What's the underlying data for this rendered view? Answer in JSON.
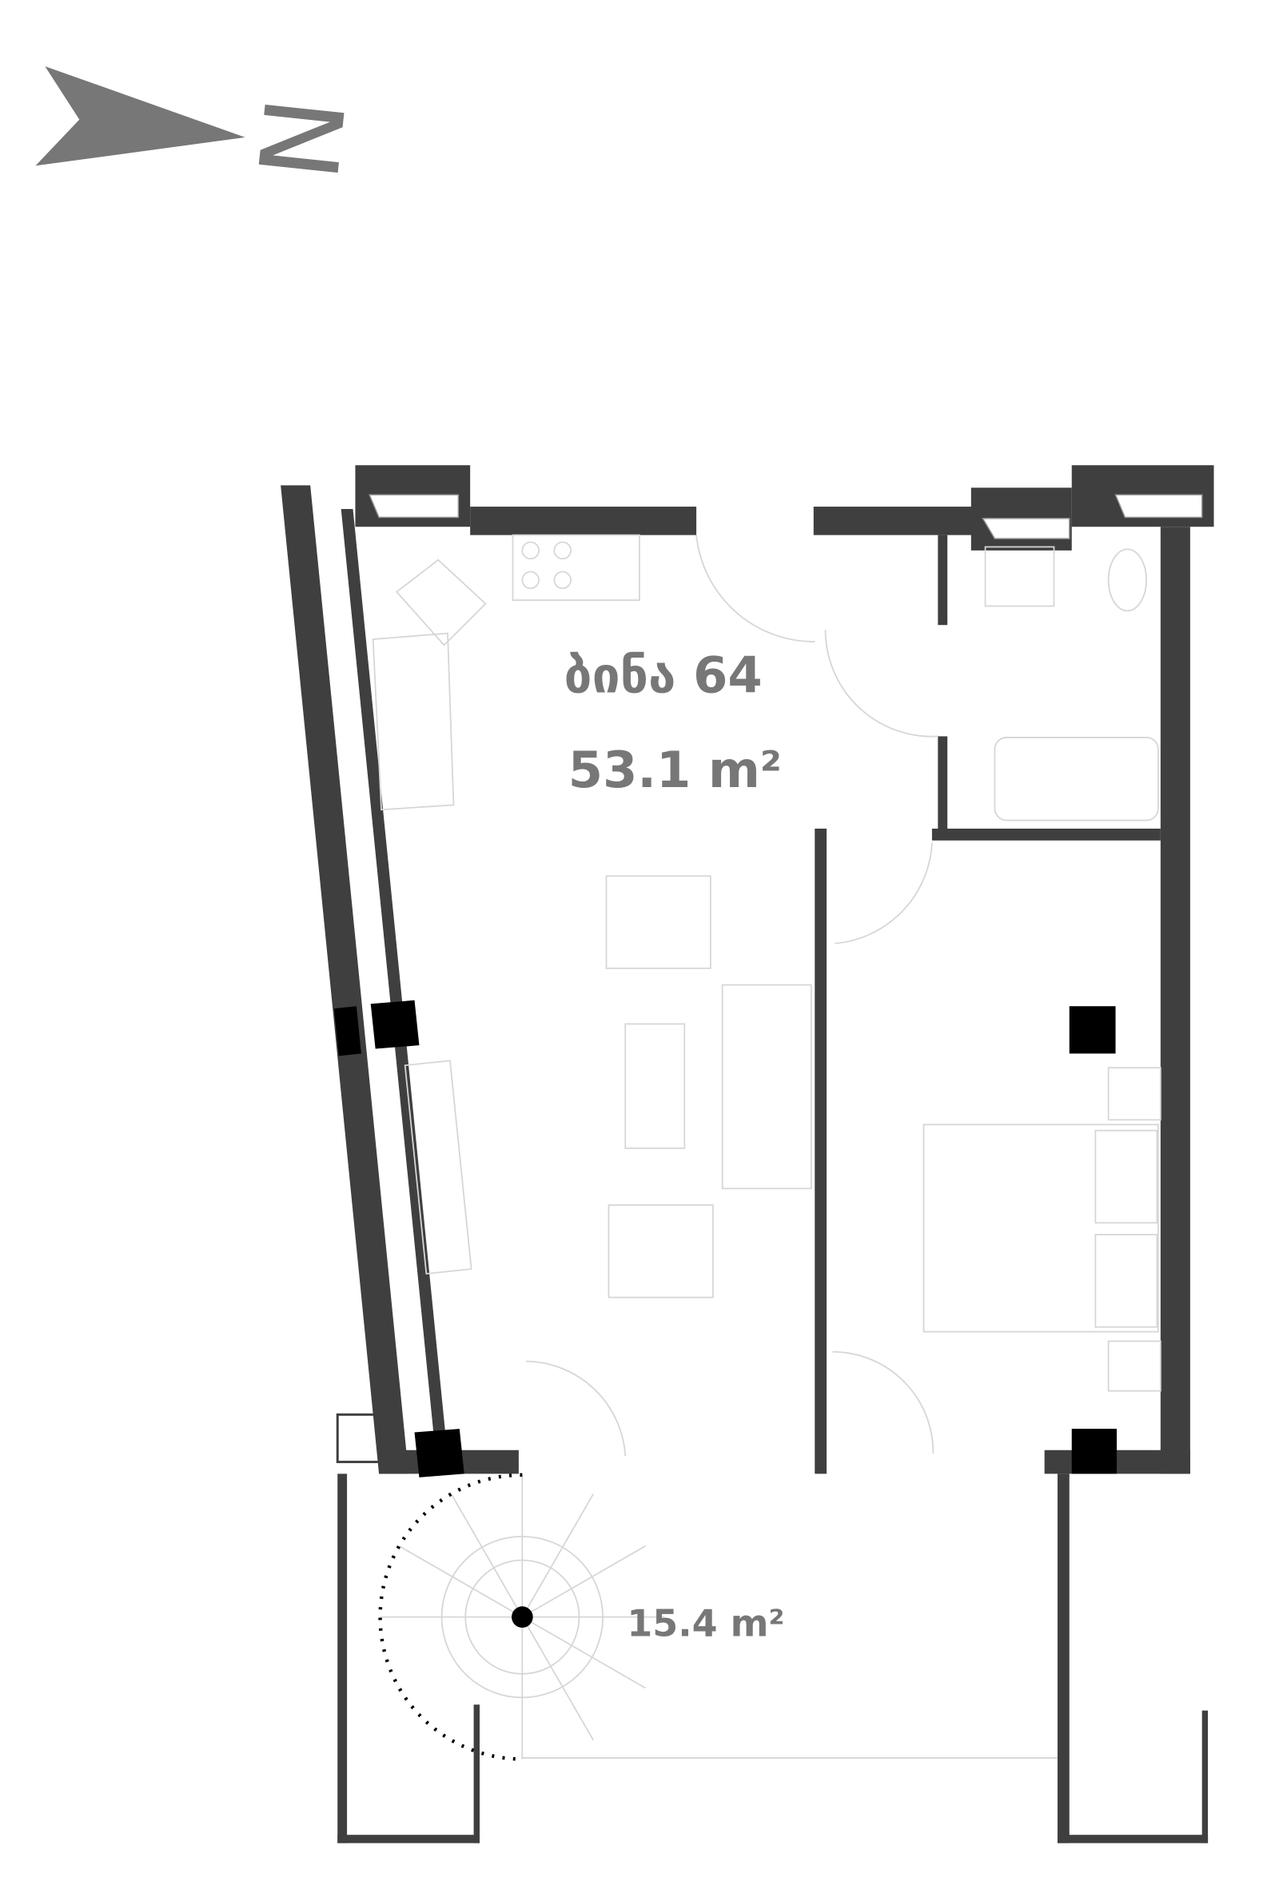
{
  "compass": {
    "letter": "N"
  },
  "apartment": {
    "name": "ბინა 64",
    "area": "53.1 m²"
  },
  "balcony": {
    "area": "15.4 m²"
  },
  "colors": {
    "wall": "#3f3f3f",
    "label": "#777777",
    "furniture": "#d6d6d6",
    "column": "#000000"
  }
}
